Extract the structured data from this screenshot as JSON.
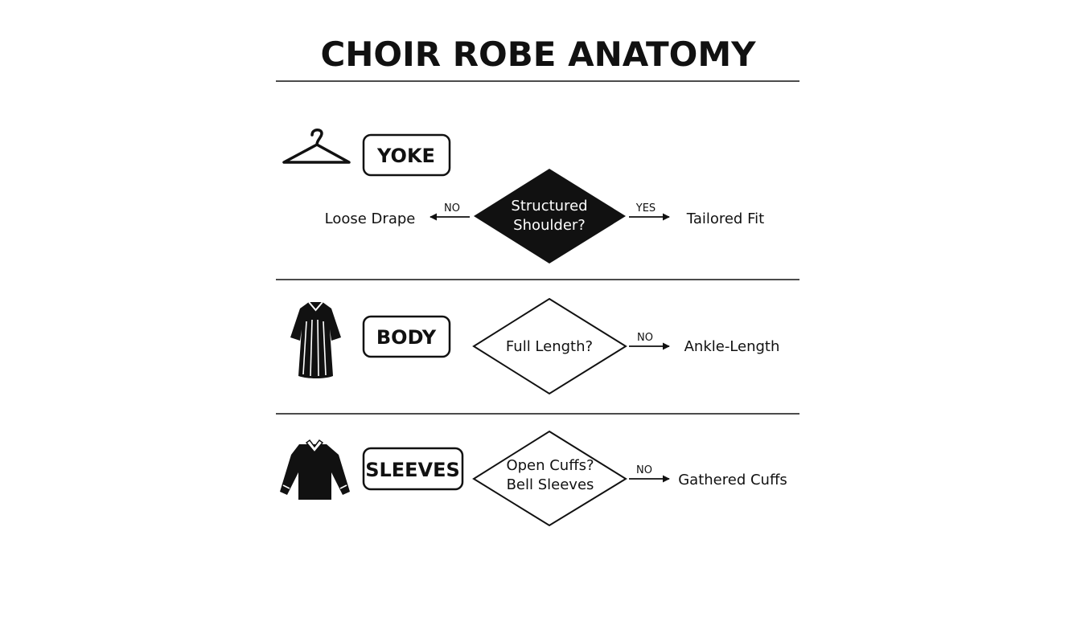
{
  "title": "CHOIR ROBE ANATOMY",
  "colors": {
    "ink": "#111111",
    "background": "#ffffff"
  },
  "sections": [
    {
      "icon": "hanger-icon",
      "label": "YOKE",
      "decision": {
        "line1": "Structured",
        "line2": "Shoulder?",
        "filled": true
      },
      "no_branch": {
        "tag": "NO",
        "outcome": "Loose Drape"
      },
      "yes_branch": {
        "tag": "YES",
        "outcome": "Tailored Fit"
      }
    },
    {
      "icon": "robe-icon",
      "label": "BODY",
      "decision": {
        "line1": "Full Length?",
        "filled": false
      },
      "no_branch": {
        "tag": "NO",
        "outcome": "Ankle-Length"
      }
    },
    {
      "icon": "shirt-icon",
      "label": "SLEEVES",
      "decision": {
        "line1": "Open Cuffs?",
        "line2": "Bell Sleeves",
        "filled": false
      },
      "no_branch": {
        "tag": "NO",
        "outcome": "Gathered Cuffs"
      }
    }
  ]
}
